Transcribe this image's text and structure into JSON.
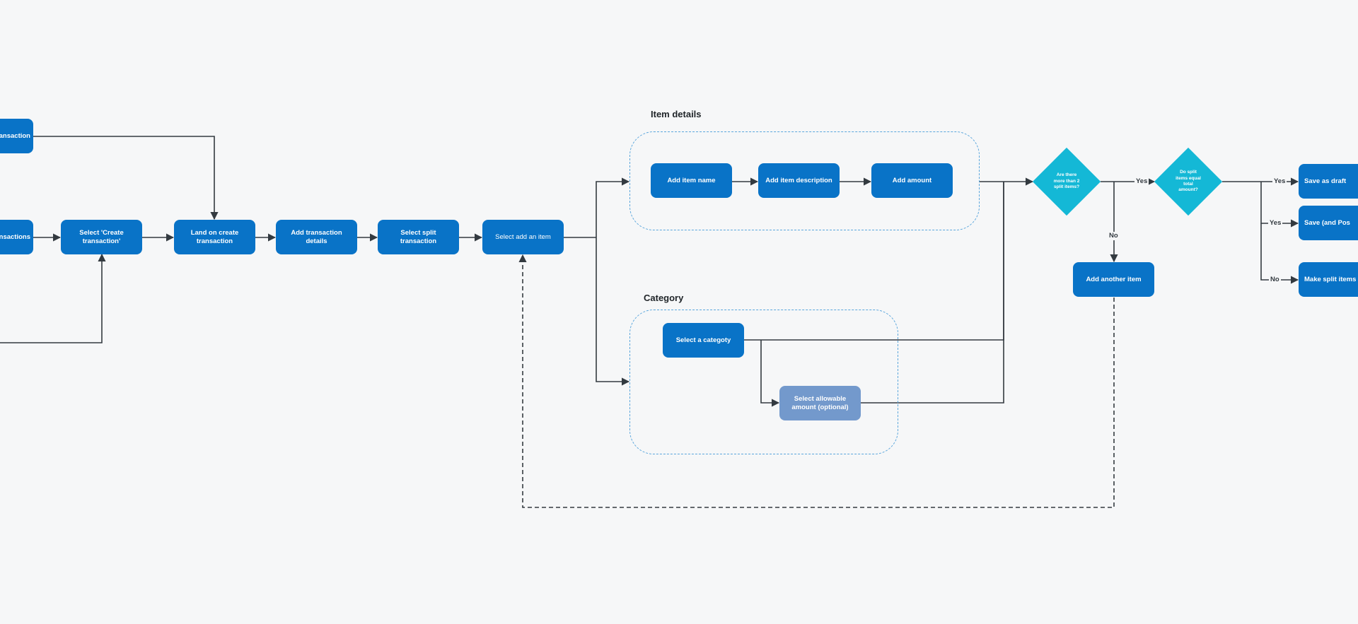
{
  "groups": {
    "item_details": "Item details",
    "category": "Category"
  },
  "nodes": {
    "transaction_clipped": "ansaction",
    "transactions_clipped": "nsactions",
    "select_create_transaction": "Select 'Create transaction'",
    "land_on_create_transaction": "Land on create transaction",
    "add_transaction_details": "Add transaction details",
    "select_split_transaction": "Select split transaction",
    "select_add_an_item": "Select add an item",
    "add_item_name": "Add item name",
    "add_item_description": "Add item description",
    "add_amount": "Add amount",
    "select_a_category": "Select a categoty",
    "select_allowable_amount": "Select allowable amount (optional)",
    "add_another_item": "Add another item",
    "save_as_draft": "Save as draft",
    "save_and_post": "Save (and Pos",
    "make_split_items": "Make split items e"
  },
  "decisions": {
    "more_than_2": "Are there more than 2 split items?",
    "equal_total": "Do split items equal total amount?"
  },
  "edge_labels": {
    "yes_1": "Yes",
    "no_1": "No",
    "yes_2": "Yes",
    "yes_3": "Yes",
    "no_2": "No"
  },
  "colors": {
    "node_fill": "#0973c7",
    "node_muted_fill": "#7399cc",
    "decision_fill": "#14b8d6",
    "group_border": "#5aa6dc",
    "connector": "#333a40",
    "background": "#f6f7f8"
  }
}
